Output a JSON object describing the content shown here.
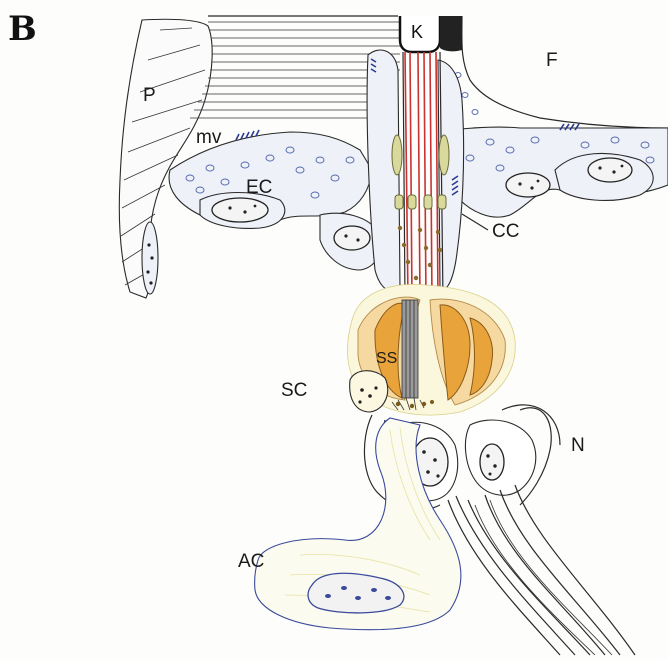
{
  "figure": {
    "panel_letter": "B",
    "labels": {
      "K": "K",
      "F": "F",
      "P": "P",
      "mv": "mv",
      "EC": "EC",
      "CC": "CC",
      "SS": "SS",
      "SC": "SC",
      "N": "N",
      "AC": "AC"
    }
  }
}
